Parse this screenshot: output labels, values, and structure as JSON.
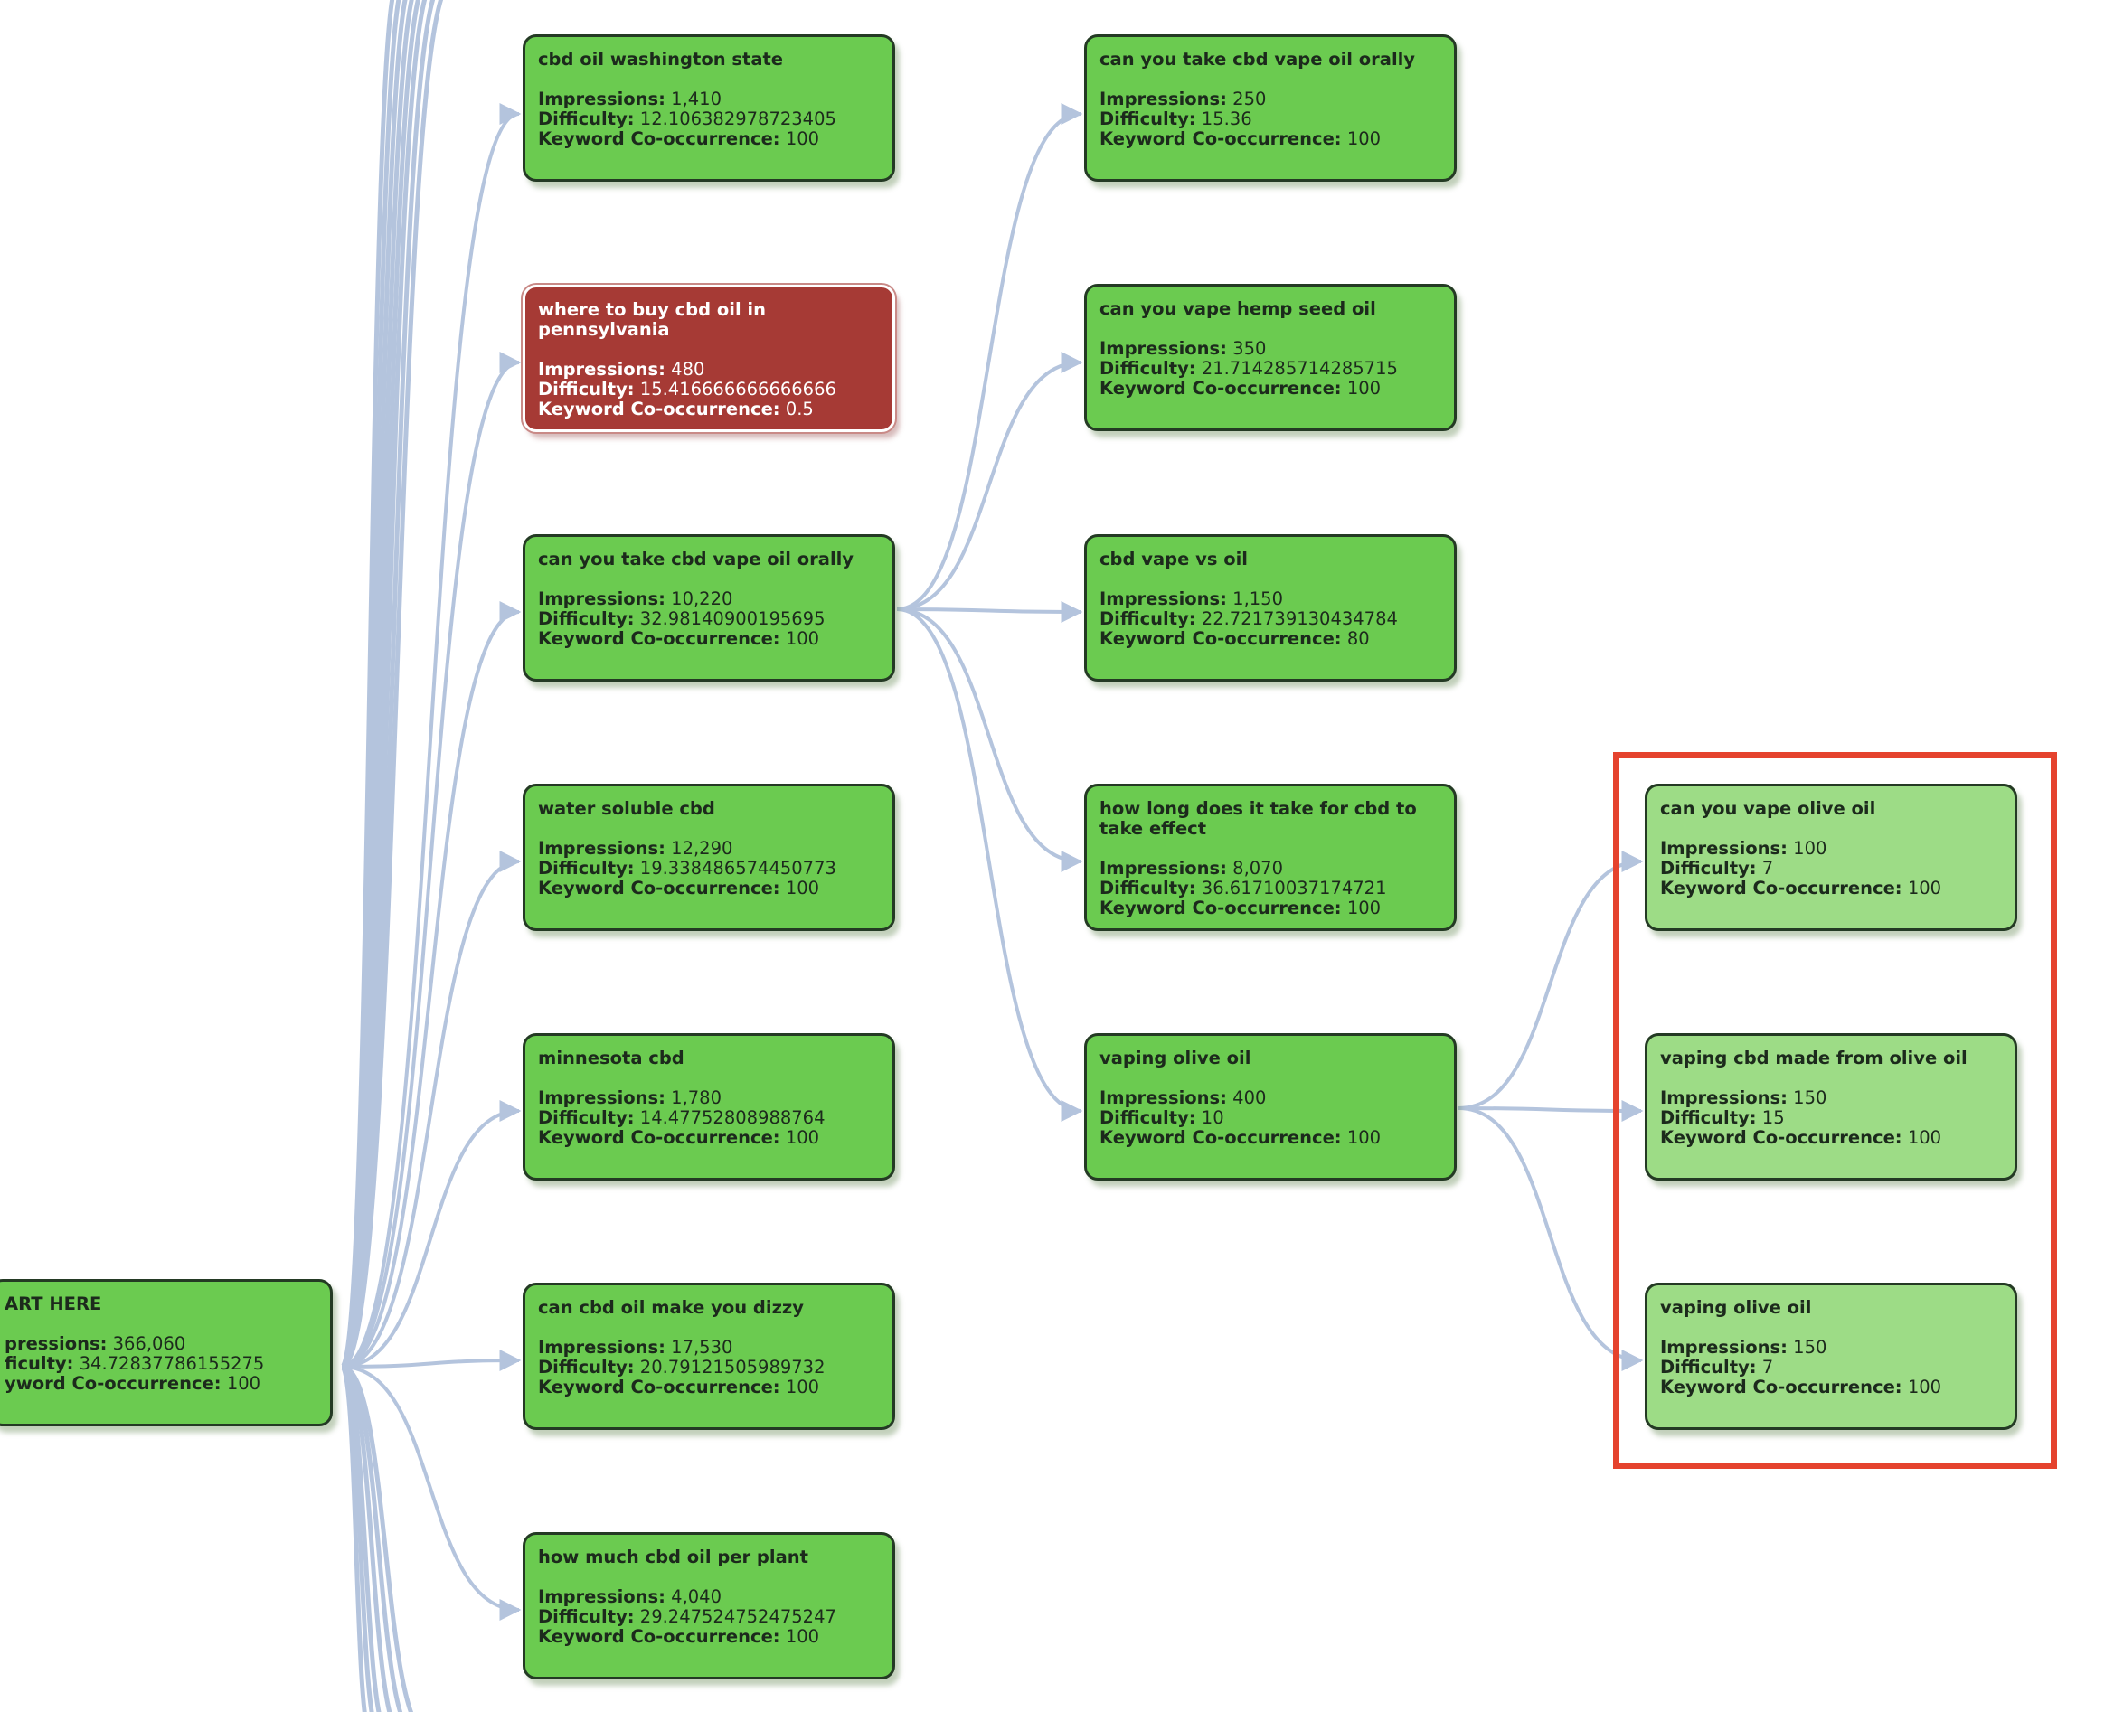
{
  "labels": {
    "impressions": "Impressions:",
    "difficulty": "Difficulty:",
    "cooccurrence": "Keyword Co-occurrence:"
  },
  "root": {
    "title": "ART HERE",
    "impressions_label": "pressions:",
    "difficulty_label": "ficulty:",
    "cooccurrence_label": "yword Co-occurrence:",
    "impressions": "366,060",
    "difficulty": "34.72837786155275",
    "cooccurrence": "100"
  },
  "column1": [
    {
      "title": "cbd oil washington state",
      "impressions": "1,410",
      "difficulty": "12.106382978723405",
      "cooccurrence": "100"
    },
    {
      "title": "where to buy cbd oil in pennsylvania",
      "impressions": "480",
      "difficulty": "15.416666666666666",
      "cooccurrence": "0.5"
    },
    {
      "title": "can you take cbd vape oil orally",
      "impressions": "10,220",
      "difficulty": "32.98140900195695",
      "cooccurrence": "100"
    },
    {
      "title": "water soluble cbd",
      "impressions": "12,290",
      "difficulty": "19.338486574450773",
      "cooccurrence": "100"
    },
    {
      "title": "minnesota cbd",
      "impressions": "1,780",
      "difficulty": "14.47752808988764",
      "cooccurrence": "100"
    },
    {
      "title": "can cbd oil make you dizzy",
      "impressions": "17,530",
      "difficulty": "20.79121505989732",
      "cooccurrence": "100"
    },
    {
      "title": "how much cbd oil per plant",
      "impressions": "4,040",
      "difficulty": "29.247524752475247",
      "cooccurrence": "100"
    }
  ],
  "column2": [
    {
      "title": "can you take cbd vape oil orally",
      "impressions": "250",
      "difficulty": "15.36",
      "cooccurrence": "100"
    },
    {
      "title": "can you vape hemp seed oil",
      "impressions": "350",
      "difficulty": "21.714285714285715",
      "cooccurrence": "100"
    },
    {
      "title": "cbd vape vs oil",
      "impressions": "1,150",
      "difficulty": "22.721739130434784",
      "cooccurrence": "80"
    },
    {
      "title": "how long does it take for cbd to take effect",
      "impressions": "8,070",
      "difficulty": "36.61710037174721",
      "cooccurrence": "100"
    },
    {
      "title": "vaping olive oil",
      "impressions": "400",
      "difficulty": "10",
      "cooccurrence": "100"
    }
  ],
  "column3": [
    {
      "title": "can you vape olive oil",
      "impressions": "100",
      "difficulty": "7",
      "cooccurrence": "100"
    },
    {
      "title": "vaping cbd made from olive oil",
      "impressions": "150",
      "difficulty": "15",
      "cooccurrence": "100"
    },
    {
      "title": "vaping olive oil",
      "impressions": "150",
      "difficulty": "7",
      "cooccurrence": "100"
    }
  ],
  "colors": {
    "node_green": "#6bcb50",
    "node_light_green": "#9ddc86",
    "node_red": "#a63a35",
    "edge": "#b4c4dd",
    "highlight": "#e5432e"
  }
}
